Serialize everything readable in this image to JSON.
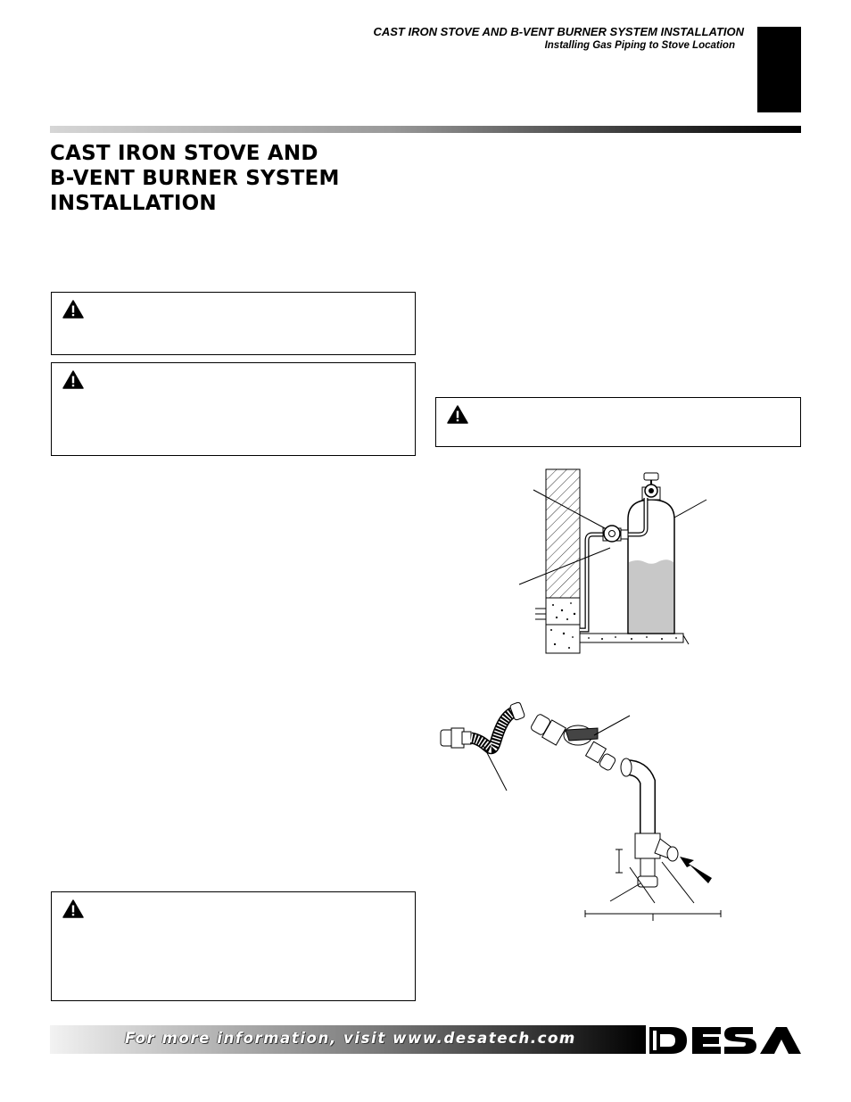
{
  "header": {
    "section_title": "CAST IRON STOVE AND B-VENT BURNER SYSTEM INSTALLATION",
    "subsection": "Installing Gas Piping to Stove Location"
  },
  "page": {
    "title_lines": [
      "CAST IRON STOVE AND",
      "B-VENT BURNER SYSTEM",
      "INSTALLATION"
    ]
  },
  "icons": {
    "warning": "warning-triangle-icon",
    "logo": "desa-logo"
  },
  "colors": {
    "ink": "#000000",
    "paper": "#ffffff",
    "liquid": "#c8c8c8"
  },
  "footer": {
    "info_text": "For more information, visit www.desatech.com",
    "logo_label": "DESA"
  }
}
